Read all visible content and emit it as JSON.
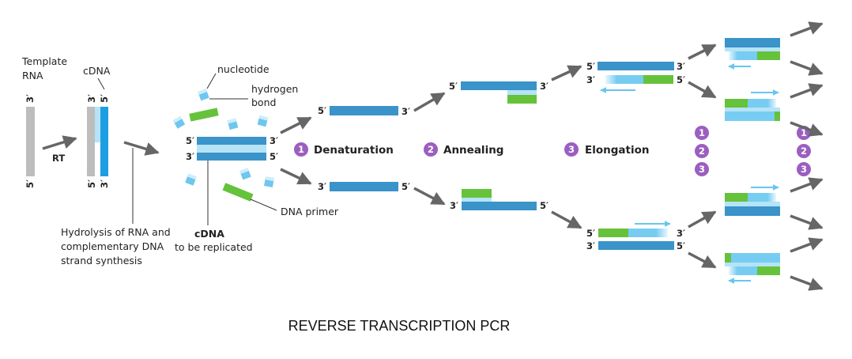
{
  "title": "REVERSE TRANSCRIPTION PCR",
  "labels": {
    "template_rna": [
      "Template",
      "RNA"
    ],
    "cdna_top": "cDNA",
    "rt": "RT",
    "hydrolysis": [
      "Hydrolysis of RNA and",
      "complementary DNA",
      "strand synthesis"
    ],
    "nucleotide": "nucleotide",
    "hydrogen_bond": [
      "hydrogen",
      "bond"
    ],
    "dna_primer": "DNA primer",
    "cdna_replicated": [
      "cDNA",
      "to be replicated"
    ]
  },
  "ends": {
    "five": "5′",
    "three": "3′"
  },
  "steps": [
    {
      "num": "1",
      "label": "Denaturation"
    },
    {
      "num": "2",
      "label": "Annealing"
    },
    {
      "num": "3",
      "label": "Elongation"
    }
  ],
  "colors": {
    "rna": "#bdbdbd",
    "dna": "#3a93c9",
    "new_dna": "#77ccf2",
    "hbond": "#b5e3f7",
    "primer": "#66c23a",
    "step_circle": "#9b5fc0",
    "arrow": "#666666"
  }
}
